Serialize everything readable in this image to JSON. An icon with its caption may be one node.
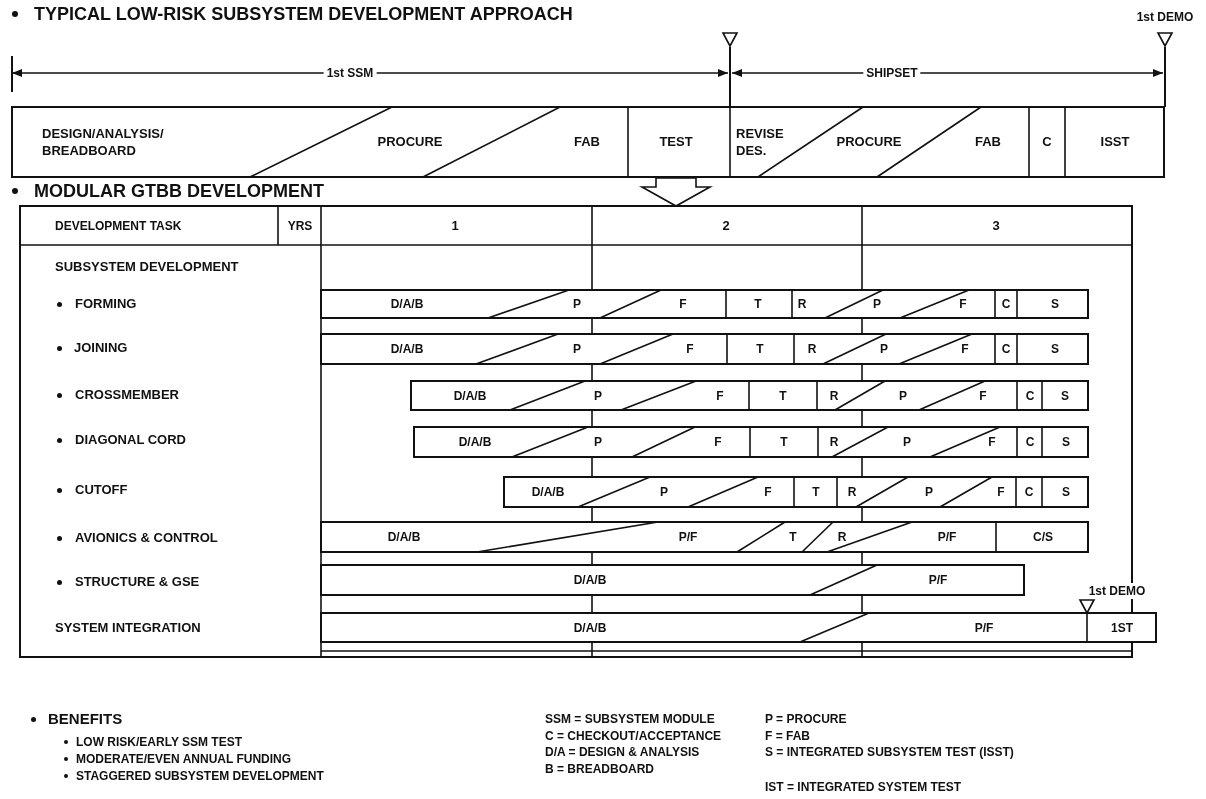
{
  "diagram": {
    "title": "TYPICAL LOW-RISK SUBSYSTEM DEVELOPMENT APPROACH",
    "nodes": [
      {
        "text": [
          "DESIGN/ANALYSIS/ BREADBOARD",
          "PROCURE",
          "FAB",
          "TEST",
          "REVISE DES.",
          "PROCURE",
          "FAB",
          "C",
          "ISST"
        ]
      },
      {
        "text": [
          "D/A/B",
          "P",
          "F",
          "T",
          "R",
          "P",
          "F",
          "C",
          "S"
        ]
      },
      {
        "text": [
          "D/A/B",
          "P",
          "F",
          "T",
          "R",
          "P",
          "F",
          "C",
          "S"
        ]
      },
      {
        "text": [
          "D/A/B",
          "P",
          "F",
          "T",
          "R",
          "P",
          "F",
          "C",
          "S"
        ]
      },
      {
        "text": [
          "D/A/B",
          "P",
          "F",
          "T",
          "R",
          "P",
          "F",
          "C",
          "S"
        ]
      },
      {
        "text": [
          "D/A/B",
          "P",
          "F",
          "T",
          "R",
          "P",
          "F",
          "C",
          "S"
        ]
      },
      {
        "text": [
          "D/A/B",
          "P/F",
          "T",
          "R",
          "P/F",
          "C/S"
        ]
      },
      {
        "text": [
          "D/A/B",
          "P/F"
        ]
      },
      {
        "text": [
          "D/A/B",
          "P/F",
          "1ST"
        ]
      }
    ],
    "labels": [
      "1st DEMO",
      "1st SSM",
      "SHIPSET",
      "MODULAR GTBB DEVELOPMENT",
      "DEVELOPMENT TASK",
      "YRS",
      "1",
      "2",
      "3",
      "SUBSYSTEM DEVELOPMENT",
      "FORMING",
      "JOINING",
      "CROSSMEMBER",
      "DIAGONAL CORD",
      "CUTOFF",
      "AVIONICS & CONTROL",
      "STRUCTURE & GSE",
      "1st DEMO",
      "SYSTEM INTEGRATION",
      "BENEFITS",
      "LOW RISK/EARLY SSM TEST",
      "MODERATE/EVEN ANNUAL FUNDING",
      "STAGGERED SUBSYSTEM DEVELOPMENT",
      "SSM = SUBSYSTEM MODULE",
      "C = CHECKOUT/ACCEPTANCE",
      "D/A = DESIGN & ANALYSIS",
      "B = BREADBOARD",
      "P = PROCURE",
      "F = FAB",
      "S = INTEGRATED SUBSYSTEM TEST (ISST)",
      "IST = INTEGRATED SYSTEM TEST"
    ]
  }
}
